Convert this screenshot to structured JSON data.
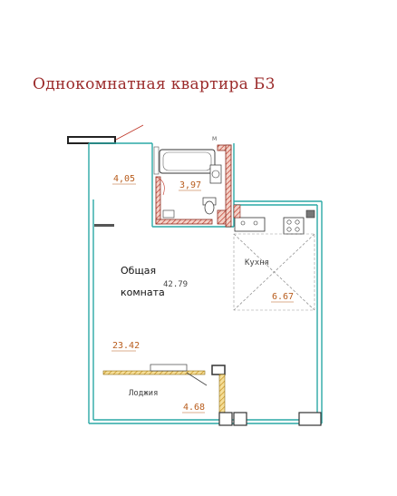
{
  "title": "Однокомнатная квартира Б3",
  "rooms": {
    "hall": {
      "area": "4,05"
    },
    "bathroom": {
      "area": "3,97"
    },
    "living": {
      "name_line1": "Общая",
      "name_line2": "комната",
      "area": "42.79",
      "area_total": "23.42"
    },
    "kitchen": {
      "name": "Кухня",
      "area": "6.67"
    },
    "loggia": {
      "name": "Лоджия",
      "area": "4.68"
    }
  },
  "markers": {
    "north": "M"
  },
  "colors": {
    "wall": "#2aa9a6",
    "wall_dark": "#444444",
    "hatch_red": "#c0392b",
    "hatch_yellow": "#e2b235",
    "area_text": "#b85c1c",
    "title": "#9b2b2b"
  }
}
